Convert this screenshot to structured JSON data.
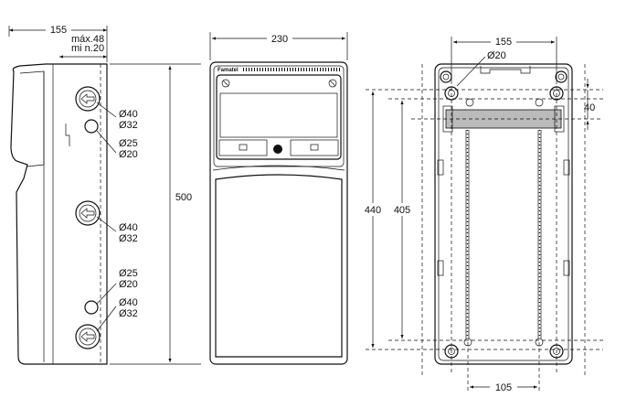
{
  "side_view": {
    "width_dim": "155",
    "depth_max": "máx.48",
    "depth_min": "mi n.20",
    "height_dim": "500",
    "holes": [
      {
        "outer": "Ø40",
        "inner": "Ø32"
      },
      {
        "outer": "Ø25",
        "inner": "Ø20"
      },
      {
        "outer": "Ø40",
        "inner": "Ø32"
      },
      {
        "outer": "Ø25",
        "inner": "Ø20"
      },
      {
        "outer": "Ø40",
        "inner": "Ø32"
      }
    ]
  },
  "front_view": {
    "width_dim": "230",
    "brand": "Famatel"
  },
  "back_view": {
    "top_spacing": "155",
    "mount_hole": "Ø20",
    "rail_height": "40",
    "outer_height": "440",
    "inner_height": "405",
    "bottom_spacing": "105"
  }
}
